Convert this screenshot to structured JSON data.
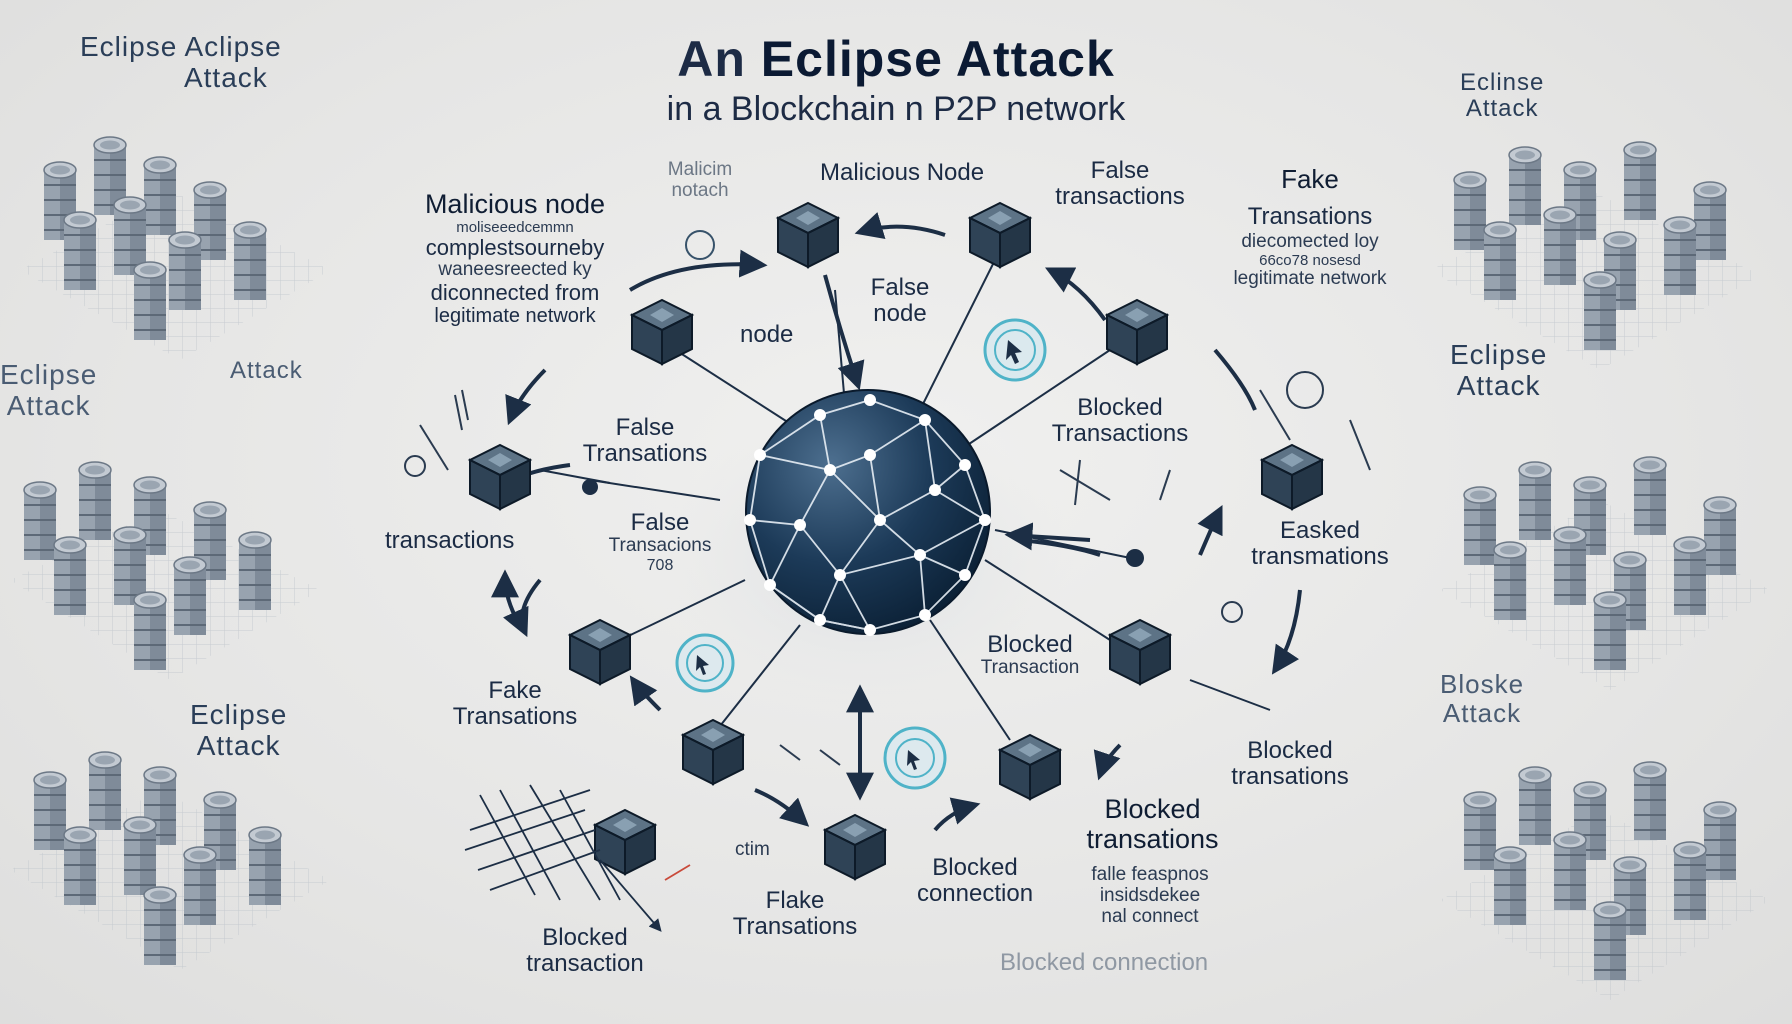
{
  "title": {
    "part1": "An ",
    "part2": "Eclipse Attack",
    "subtitle": "in a Blockchain n P2P network"
  },
  "side_labels": {
    "top_left": [
      "Eclipse Aclipse",
      "Attack"
    ],
    "mid_left_a": [
      "Eclipse",
      "Attack"
    ],
    "mid_left_b": "Attack",
    "bottom_left": [
      "Eclipse",
      "Attack"
    ],
    "top_right": [
      "Eclinse",
      "Attack"
    ],
    "mid_right": [
      "Eclipse",
      "Attack"
    ],
    "bottom_right": [
      "Bloske",
      "Attack"
    ]
  },
  "annotations": {
    "malicious_node_left": {
      "heading": "Malicious node",
      "lines": [
        "moliseeedcemmn",
        "complestsourneby",
        "waneesreected ky",
        "diconnected from",
        "legitimate network"
      ]
    },
    "malicious_small": [
      "Malicim",
      "notach"
    ],
    "malicious_node_top": "Malicious Node",
    "false_transactions_top": [
      "False",
      "transactions"
    ],
    "fake_transactions_top_right": {
      "heading": "Fake",
      "line2": "Transations",
      "lines": [
        "diecomected loy",
        "66co78 nosesd",
        "legitimate network"
      ]
    },
    "false_node": [
      "False",
      "node"
    ],
    "node_label": "node",
    "false_transations_left": [
      "False",
      "Transations"
    ],
    "blocked_transactions_right": [
      "Blocked",
      "Transactions"
    ],
    "transactions_left": "transactions",
    "false_transactions_center": [
      "False",
      "Transacions",
      "708"
    ],
    "easked_transmations": [
      "Easked",
      "transmations"
    ],
    "blocked_transaction_mid": [
      "Blocked",
      "Transaction"
    ],
    "fake_transactions_left": [
      "Fake",
      "Transations"
    ],
    "blocked_transations_right1": [
      "Blocked",
      "transations"
    ],
    "blocked_transations_right2": [
      "Blocked",
      "transations"
    ],
    "victim": "ctim",
    "blocked_connection": [
      "Blocked",
      "connection"
    ],
    "flake_transactions": [
      "Flake",
      "Transations"
    ],
    "faint_right_lines": [
      "falle feaspnos",
      "insidsdekee",
      "nal connect"
    ],
    "blocked_transaction_bottom": [
      "Blocked",
      "transaction"
    ],
    "blocked_connection_faint": "Blocked connection"
  },
  "colors": {
    "node": "#314558",
    "node_top": "#5a6f82",
    "globe_dark": "#0e2740",
    "globe_light": "#4d6f8f",
    "arrow": "#1c2e45",
    "server": "#8a95a2",
    "accent_teal": "#4fb3c8"
  },
  "icons": {
    "node": "cube-node-icon",
    "globe": "network-globe-icon",
    "server": "server-rack-icon"
  }
}
